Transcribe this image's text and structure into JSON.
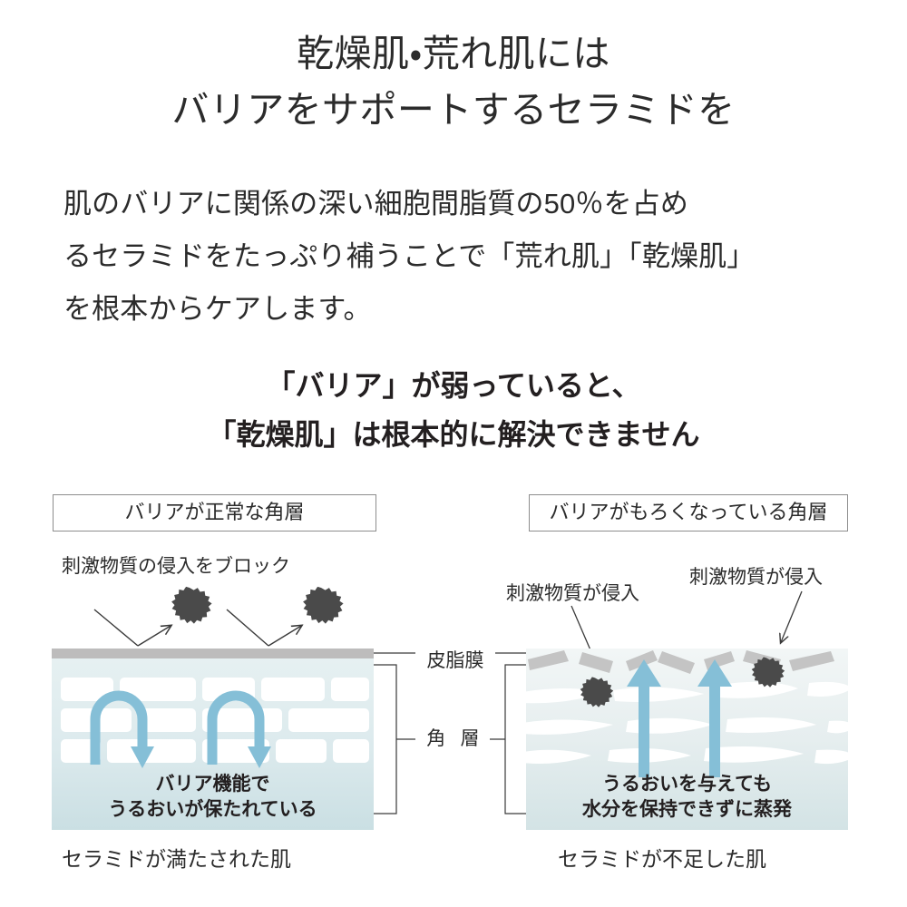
{
  "headline": {
    "line1": "乾燥肌・荒れ肌には",
    "line2": "バリアをサポートするセラミドを"
  },
  "body": {
    "line1": "肌のバリアに関係の深い細胞間脂質の50％を占め",
    "line2": "るセラミドをたっぷり補うことで「荒れ肌」「乾燥肌」",
    "line3": "を根本からケアします。"
  },
  "subheading": {
    "line1": "「バリア」が弱っていると、",
    "line2": "「乾燥肌」は根本的に解決できません"
  },
  "diagram": {
    "left": {
      "title": "バリアが正常な角層",
      "note": "刺激物質の侵入をブロック",
      "inner_line1": "バリア機能で",
      "inner_line2": "うるおいが保たれている",
      "caption": "セラミドが満たされた肌"
    },
    "right": {
      "title": "バリアがもろくなっている角層",
      "note1": "刺激物質が侵入",
      "note2": "刺激物質が侵入",
      "inner_line1": "うるおいを与えても",
      "inner_line2": "水分を保持できずに蒸発",
      "caption": "セラミドが不足した肌"
    },
    "center": {
      "sebum_label": "皮脂膜",
      "horny_label": "角 層"
    }
  },
  "colors": {
    "text": "#2b2b2b",
    "heading": "#231f20",
    "box_border": "#8d8d8d",
    "sebum_gray": "#bdbcbc",
    "skin_top": "#e4eef0",
    "skin_bottom": "#cfe1e4",
    "cell_white": "#ffffff",
    "arrow_blue": "#85bfd7",
    "particle_dark": "#4a4a4a",
    "bracket_line": "#3a3a3a"
  }
}
